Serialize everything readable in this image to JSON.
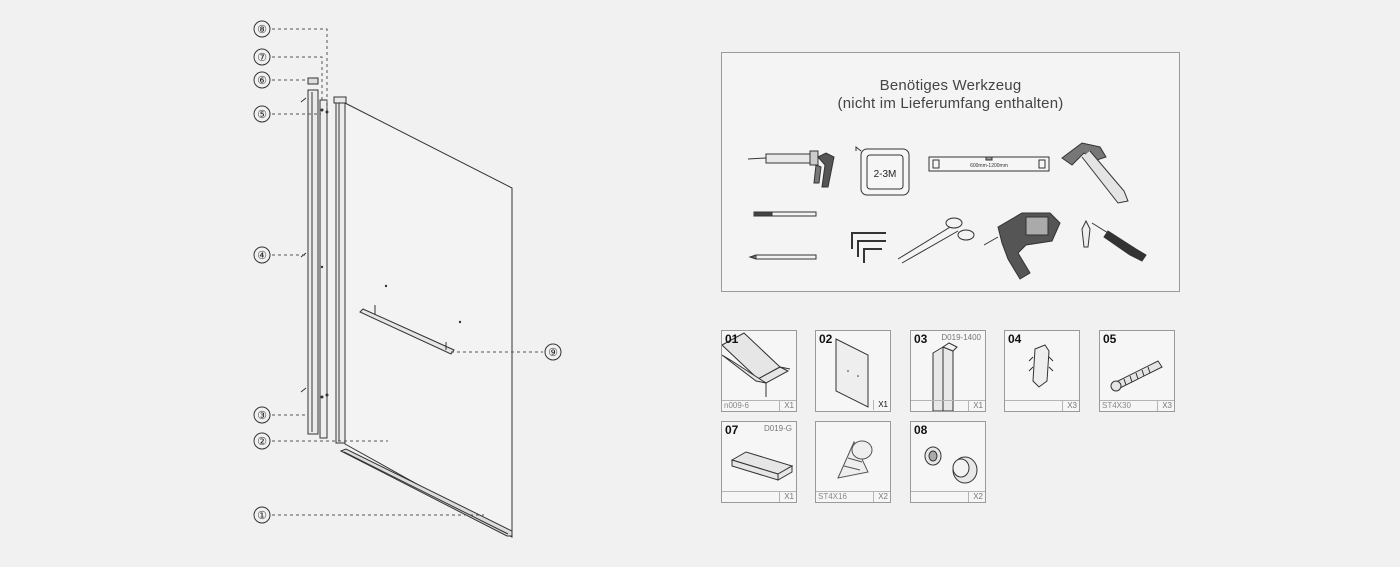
{
  "diagram": {
    "callouts": [
      "①",
      "②",
      "③",
      "④",
      "⑤",
      "⑥",
      "⑦",
      "⑧",
      "⑨"
    ]
  },
  "tools": {
    "title_line1": "Benötiges Werkzeug",
    "title_line2": "(nicht im Lieferumfang enthalten)",
    "tape_label": "2-3M",
    "level_label": "600mm-1200mm"
  },
  "parts": [
    {
      "num": "01",
      "code": "",
      "footer_left": "n009-6",
      "qty": "X1"
    },
    {
      "num": "02",
      "code": "",
      "footer_left": "",
      "qty": "X1"
    },
    {
      "num": "03",
      "code": "D019-1400",
      "footer_left": "",
      "qty": "X1"
    },
    {
      "num": "04",
      "code": "",
      "footer_left": "",
      "qty": "X3"
    },
    {
      "num": "05",
      "code": "",
      "footer_left": "ST4X30",
      "qty": "X3"
    },
    {
      "num": "07",
      "code": "D019-G",
      "footer_left": "",
      "qty": "X1"
    },
    {
      "num": "",
      "code": "",
      "footer_left": "ST4X16",
      "qty": "X2"
    },
    {
      "num": "08",
      "code": "",
      "footer_left": "",
      "qty": "X2"
    }
  ]
}
